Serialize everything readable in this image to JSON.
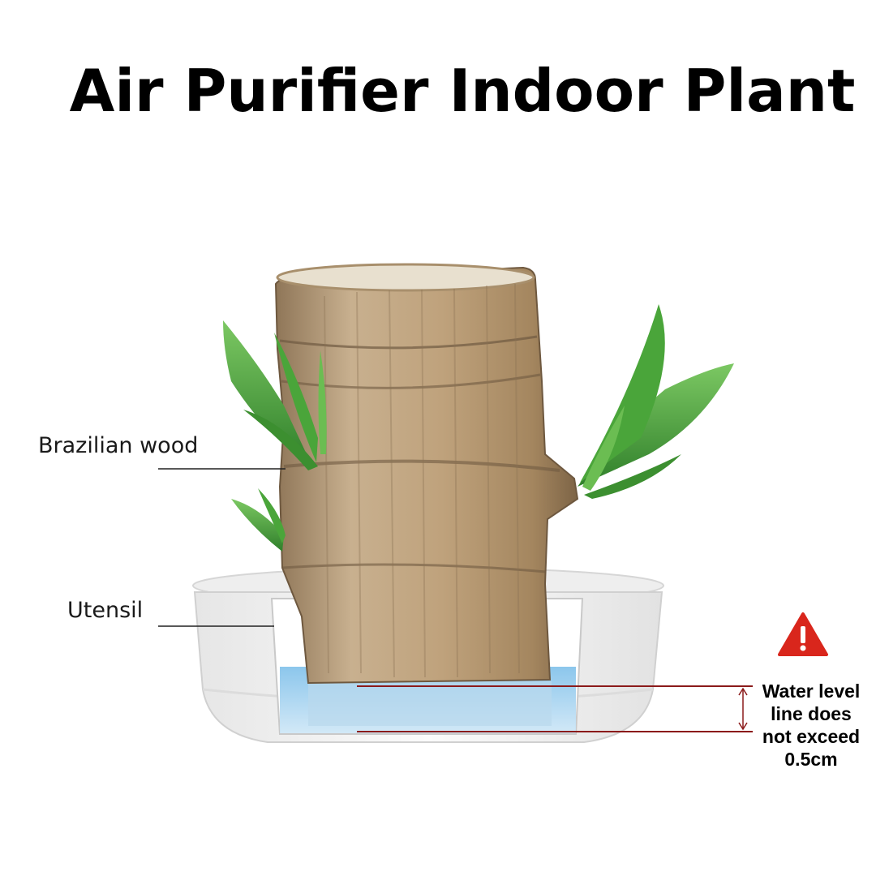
{
  "title": "Air Purifier Indoor Plant",
  "labels": {
    "brazilian_wood": "Brazilian wood",
    "utensil": "Utensil"
  },
  "water_note": {
    "lines": [
      "Water level",
      "line does",
      "not exceed",
      "0.5cm"
    ]
  },
  "icons": {
    "warning": "warning-triangle-icon"
  },
  "colors": {
    "warning": "#d9261c",
    "water": "#a8d4f0",
    "measure_line": "#8b1a1a",
    "leaf": "#3c9a34",
    "bark": "#b59a7a",
    "bowl": "#f4f4f4"
  }
}
